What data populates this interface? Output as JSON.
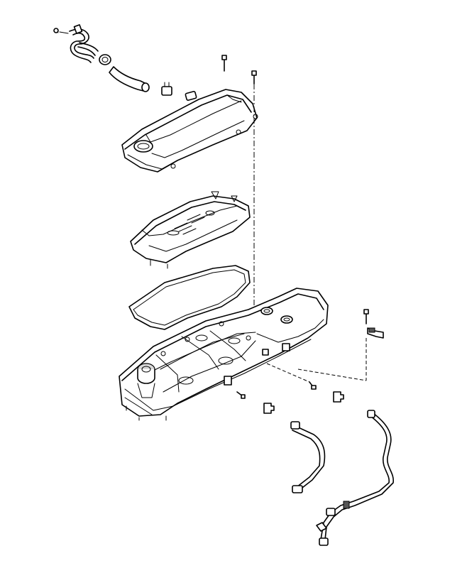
{
  "diagram": {
    "type": "exploded parts diagram",
    "parts": [
      {
        "name": "pcv-hose-assembly"
      },
      {
        "name": "breather-hose"
      },
      {
        "name": "hose-clamp"
      },
      {
        "name": "engine-cover"
      },
      {
        "name": "cover-mounting-bolt"
      },
      {
        "name": "oil-separator-baffle"
      },
      {
        "name": "valve-cover-gasket"
      },
      {
        "name": "cylinder-head-cover"
      },
      {
        "name": "oil-filler-cap"
      },
      {
        "name": "fitting"
      },
      {
        "name": "bolt"
      },
      {
        "name": "sensor-bracket"
      },
      {
        "name": "wiring-harness"
      }
    ],
    "colors": {
      "line": "#000000",
      "background": "#ffffff",
      "shade": "#d9d9d9"
    }
  }
}
